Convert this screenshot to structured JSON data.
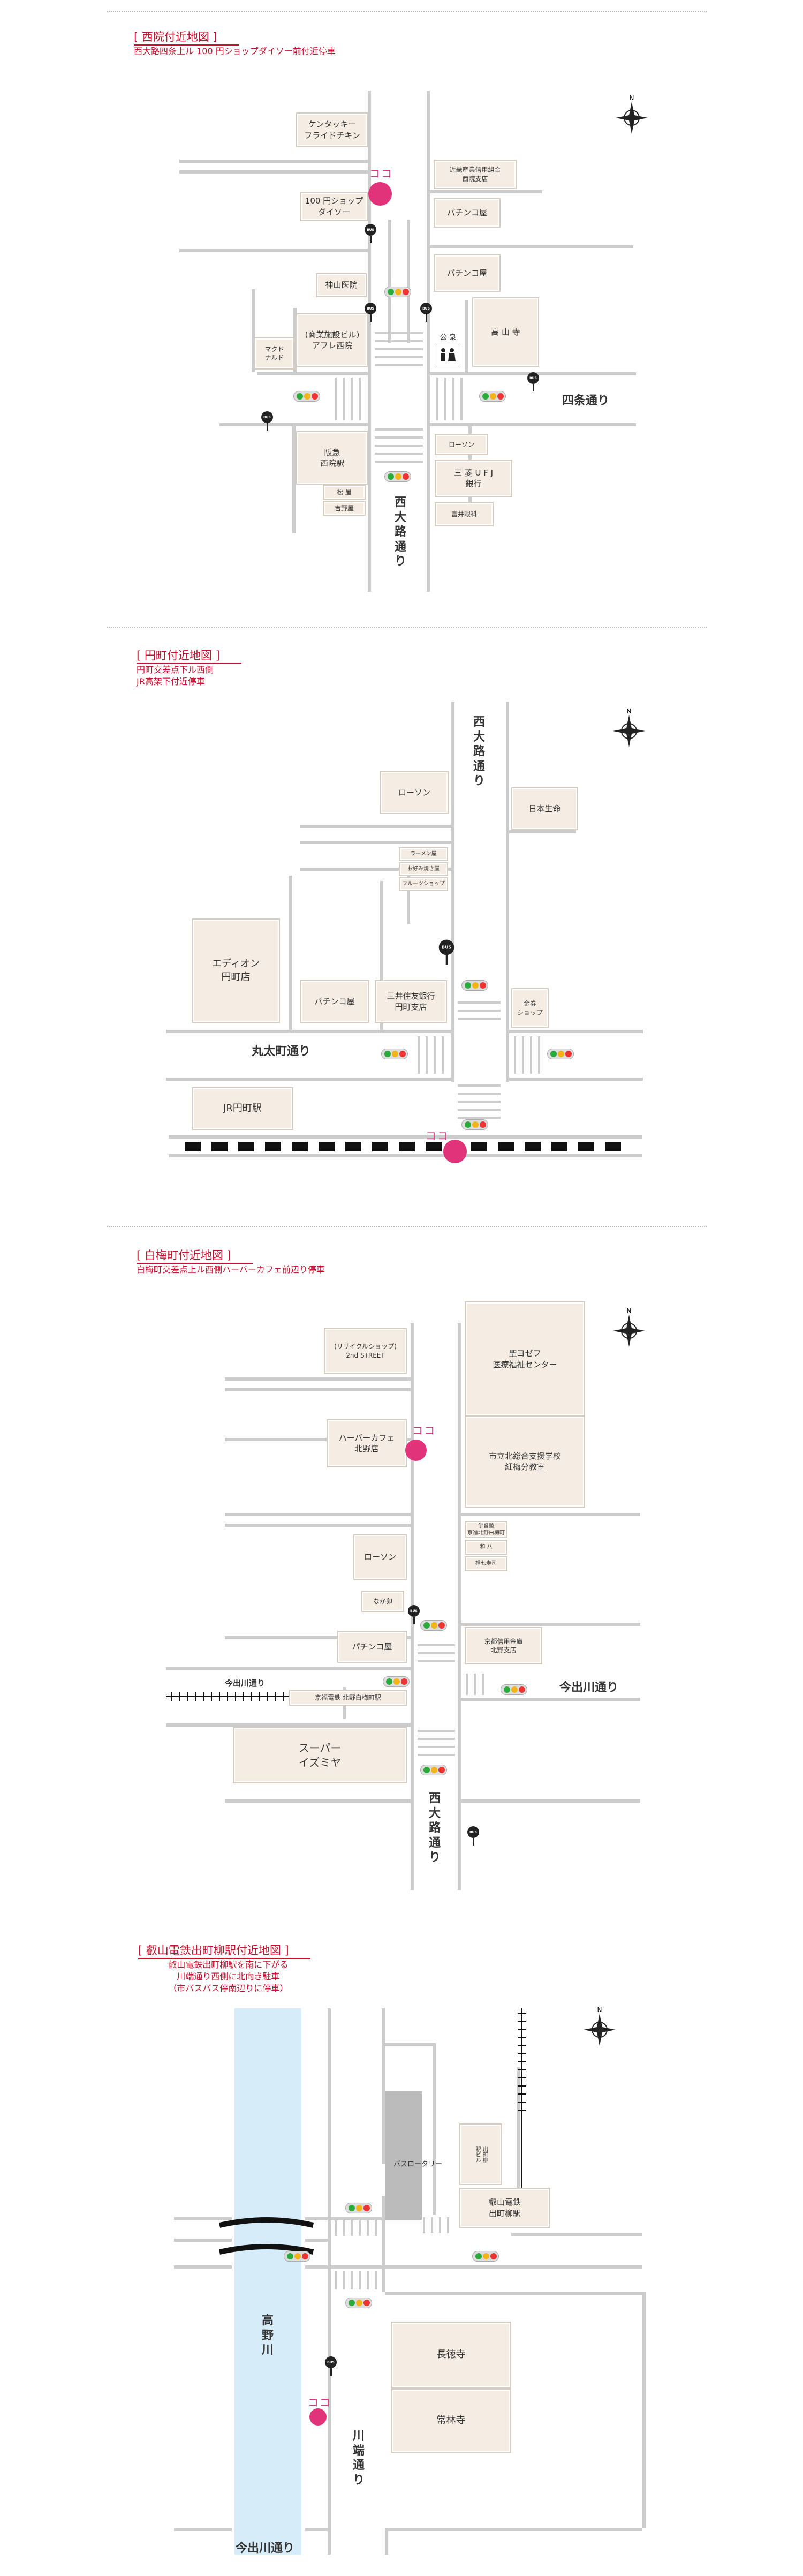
{
  "sections": [
    {
      "title": "[ 西院付近地図 ]",
      "subtitle": "西大路四条上ル 100 円ショップダイソー前付近停車",
      "here": "ココ",
      "streets": {
        "main": "西\n大\n路\n通\nり",
        "cross": "四条通り"
      },
      "buildings": {
        "kfc": "ケンタッキー\nフライドチキン",
        "daiso": "100 円ショップ\nダイソー",
        "kinki": "近畿産業信用組合\n西院支店",
        "pachinko1": "パチンコ屋",
        "pachinko2": "パチンコ屋",
        "kamiyama": "神山医院",
        "afure": "(商業施設ビル)\nアフレ西院",
        "mac": "マクド\nナルド",
        "takayama": "高 山 寺",
        "hankyu": "阪急\n西院駅",
        "matsuya": "松 屋",
        "yoshinoya": "吉野屋",
        "lawson": "ローソン",
        "mufg": "三 菱 U F J\n銀行",
        "tomii": "富井眼科"
      },
      "toilet": "公 衆"
    },
    {
      "title": "[ 円町付近地図 ]",
      "subtitle": "円町交差点下ル西側\nJR高架下付近停車",
      "here": "ココ",
      "streets": {
        "main": "西\n大\n路\n通\nり",
        "cross": "丸太町通り"
      },
      "buildings": {
        "lawson": "ローソン",
        "nissay": "日本生命",
        "ramen": "ラーメン屋",
        "okonomi": "お好み焼き屋",
        "fruit": "フルーツショップ",
        "edion": "エディオン\n円町店",
        "pachinko": "パチンコ屋",
        "smbc": "三井住友銀行\n円町支店",
        "kinken": "金券\nショップ",
        "jr": "JR円町駅"
      }
    },
    {
      "title": "[ 白梅町付近地図 ]",
      "subtitle": "白梅町交差点上ル西側ハーバーカフェ前辺り停車",
      "here": "ココ",
      "streets": {
        "main": "西\n大\n路\n通\nり",
        "cross": "今出川通り",
        "cross_small": "今出川通り",
        "railway": "京福電鉄 北野白梅町駅"
      },
      "buildings": {
        "second": "(リサイクルショップ)\n2nd STREET",
        "seijoseph": "聖ヨゼフ\n医療福祉センター",
        "school": "市立北総合支援学校\n紅梅分教室",
        "harbor": "ハーバーカフェ\n北野店",
        "lawson": "ローソン",
        "gakusyu": "学習塾\n京進北野白梅町",
        "wahachi": "和 八",
        "kushi": "播七寿司",
        "nakau": "なか卯",
        "pachinko": "パチンコ屋",
        "kyoshin": "京都信用金庫\n北野支店",
        "izumiya": "スーパー\nイズミヤ"
      }
    },
    {
      "title": "[ 叡山電鉄出町柳駅付近地図 ]",
      "subtitle": "叡山電鉄出町柳駅を南に下がる\n川端通り西側に北向き駐車\n（市バスバス停南辺りに停車）",
      "here": "ココ",
      "streets": {
        "river": "高\n野\n川",
        "kawabata": "川\n端\n通\nり",
        "cross": "今出川通り"
      },
      "buildings": {
        "busrotary": "バスロータリー",
        "demachi_bldg": "出町柳\n駅ビル",
        "eizan": "叡山電鉄\n出町柳駅",
        "chotokuji": "長徳寺",
        "jorinji": "常林寺"
      }
    }
  ],
  "colors": {
    "road": "#cccccc",
    "building": "#f5ece3",
    "accent": "#c8102e",
    "marker": "#e0337a",
    "river": "#d6ecf8"
  }
}
